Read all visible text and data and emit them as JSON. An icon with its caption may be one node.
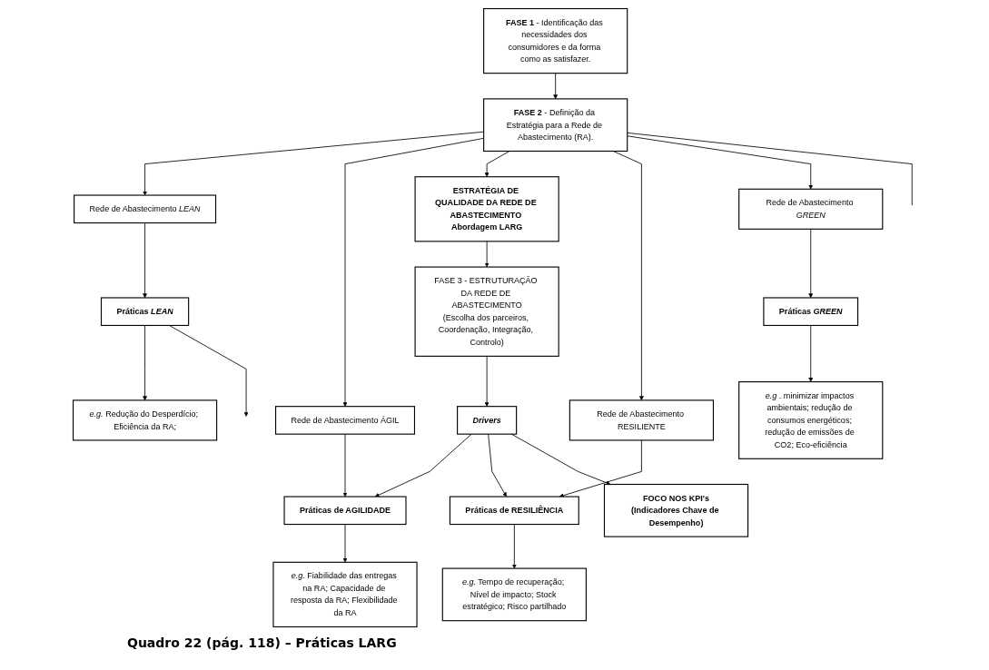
{
  "diagram": {
    "caption": "Quadro 22 (pág. 118) – Práticas LARG",
    "nodes": [
      {
        "text": [
          "**FASE 1** - Identificação das necessidades dos consumidores e da forma como as satisfazer."
        ]
      },
      {
        "text": [
          "**FASE 2** - Definição da Estratégia para a Rede de Abastecimento (RA)."
        ]
      },
      {
        "text": [
          "Rede de Abastecimento *LEAN*"
        ]
      },
      {
        "text": [
          "Rede de Abastecimento ÁGIL"
        ]
      },
      {
        "text": [
          "ESTRATÉGIA DE QUALIDADE DA REDE DE ABASTECIMENTO Abordagem LARG"
        ]
      },
      {
        "text": [
          "Rede de Abastecimento RESILIENTE"
        ]
      },
      {
        "text": [
          "Rede de Abastecimento *GREEN*"
        ]
      },
      {
        "text": [
          "FASE 3 - ESTRUTURAÇÃO DA REDE DE ABASTECIMENTO",
          "(Escolha dos parceiros, Coordenação, Integração, Controlo)"
        ]
      },
      {
        "text": [
          "Práticas *LEAN*"
        ]
      },
      {
        "text": [
          "Práticas de AGILIDADE"
        ]
      },
      {
        "text": [
          "Drivers"
        ]
      },
      {
        "text": [
          "Práticas de RESILIÊNCIA"
        ]
      },
      {
        "text": [
          "Práticas *GREEN*"
        ]
      },
      {
        "text": [
          "*e.g.* Redução do Desperdício; Eficiência da RA;"
        ]
      },
      {
        "text": [
          "*e.g.* Fiabilidade das entregas na RA; Capacidade de resposta da RA; Flexibilidade da RA"
        ]
      },
      {
        "text": [
          "FOCO NOS KPI's",
          "(Indicadores Chave de Desempenho)"
        ]
      },
      {
        "text": [
          "*e.g.* Tempo de recuperação; Nível de impacto; Stock estratégico; Risco partilhado"
        ]
      },
      {
        "text": [
          "*e.g* . minimizar impactos ambientais; redução de consumos energéticos; redução de emissões de CO2; Eco-eficiência"
        ]
      }
    ],
    "edges": [
      {
        "from": 0,
        "to": 1,
        "arrow": "to"
      },
      {
        "from": 1,
        "to": 2,
        "arrow": "to"
      },
      {
        "from": 1,
        "to": 3,
        "arrow": "to"
      },
      {
        "from": 1,
        "to": 4,
        "arrow": "to"
      },
      {
        "from": 1,
        "to": 5,
        "arrow": "to"
      },
      {
        "from": 1,
        "to": 6,
        "arrow": "to"
      },
      {
        "from": 2,
        "to": 8,
        "arrow": "to"
      },
      {
        "from": 3,
        "to": 9,
        "arrow": "to"
      },
      {
        "from": 4,
        "to": 7,
        "arrow": "to"
      },
      {
        "from": 7,
        "to": 10,
        "arrow": "to"
      },
      {
        "from": 10,
        "to": 9,
        "arrow": "to"
      },
      {
        "from": 10,
        "to": 11,
        "arrow": "to"
      },
      {
        "from": 5,
        "to": 11,
        "arrow": "to"
      },
      {
        "from": 6,
        "to": 12,
        "arrow": "to"
      },
      {
        "from": 8,
        "to": 13,
        "arrow": "to"
      },
      {
        "from": 9,
        "to": 14,
        "arrow": "to"
      },
      {
        "from": 10,
        "to": 15,
        "arrow": "to"
      },
      {
        "from": 11,
        "to": 16,
        "arrow": "to"
      },
      {
        "from": 12,
        "to": 17,
        "arrow": "to"
      },
      {
        "from": 1,
        "to": null,
        "arrow": "none"
      },
      {
        "from": 8,
        "to": null,
        "arrow": "to"
      }
    ]
  }
}
